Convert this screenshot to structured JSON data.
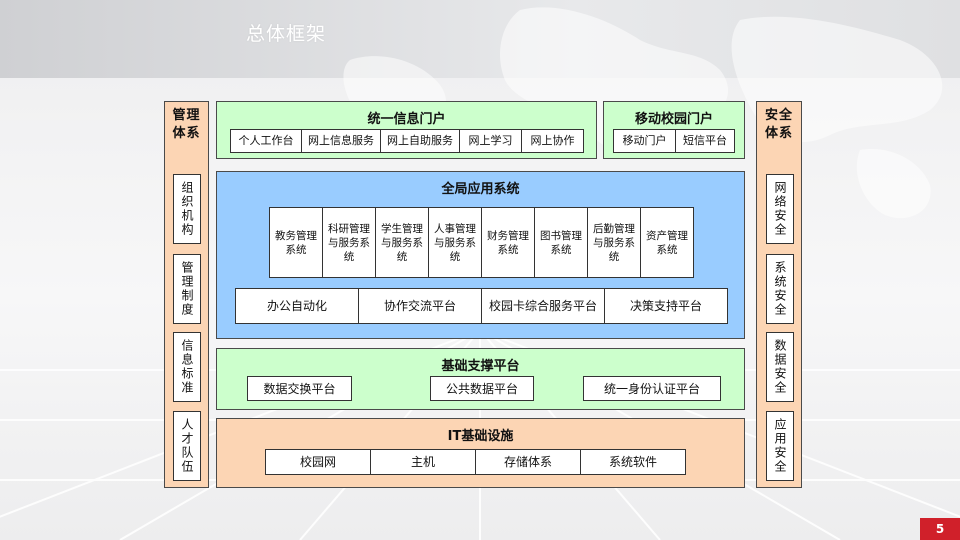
{
  "slide": {
    "title": "总体框架",
    "page_number": "5"
  },
  "management": {
    "title": "管理体系",
    "items": [
      "组织机构",
      "管理制度",
      "信息标准",
      "人才队伍"
    ]
  },
  "security": {
    "title": "安全体系",
    "items": [
      "网络安全",
      "系统安全",
      "数据安全",
      "应用安全"
    ]
  },
  "portal": {
    "title": "统一信息门户",
    "items": [
      "个人工作台",
      "网上信息服务",
      "网上自助服务",
      "网上学习",
      "网上协作"
    ]
  },
  "mobile": {
    "title": "移动校园门户",
    "items": [
      "移动门户",
      "短信平台"
    ]
  },
  "global_apps": {
    "title": "全局应用系统",
    "systems": [
      "教务管理系统",
      "科研管理与服务系统",
      "学生管理与服务系统",
      "人事管理与服务系统",
      "财务管理系统",
      "图书管理系统",
      "后勤管理与服务系统",
      "资产管理系统"
    ],
    "platforms": [
      "办公自动化",
      "协作交流平台",
      "校园卡综合服务平台",
      "决策支持平台"
    ]
  },
  "support": {
    "title": "基础支撑平台",
    "items": [
      "数据交换平台",
      "公共数据平台",
      "统一身份认证平台"
    ]
  },
  "infra": {
    "title": "IT基础设施",
    "items": [
      "校园网",
      "主机",
      "存储体系",
      "系统软件"
    ]
  },
  "colors": {
    "orange": "#fcd5b4",
    "green": "#ccffcc",
    "blue": "#99ccff",
    "page_badge": "#d0202a"
  }
}
